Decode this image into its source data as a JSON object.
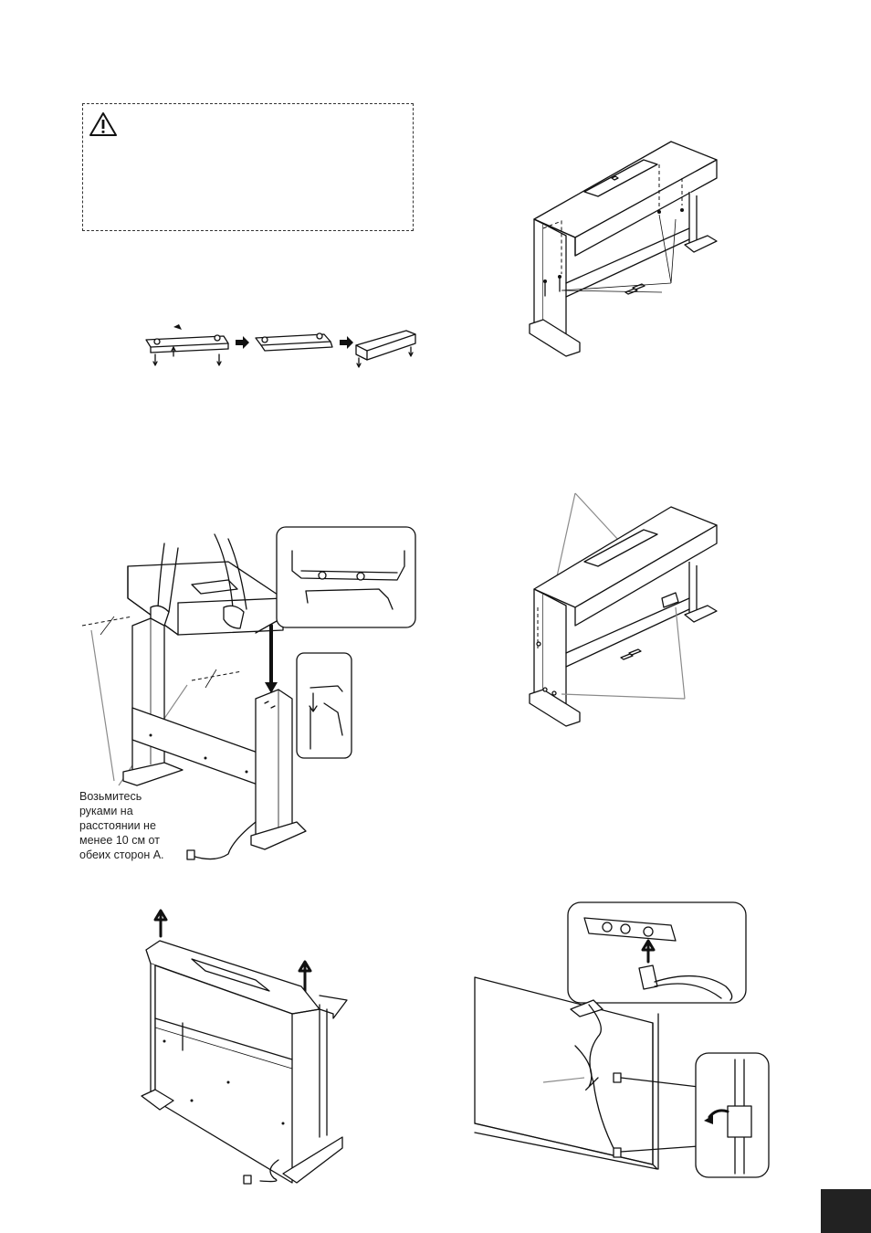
{
  "page": {
    "background": "#ffffff",
    "ink": "#1a1a1a",
    "tab_color": "#222222"
  },
  "warning": {
    "icon": "warning-triangle-icon"
  },
  "caption": {
    "lines": [
      "Возьмитесь",
      "руками на",
      "расстоянии не",
      "менее 10 см от",
      "обеих сторон A."
    ]
  },
  "figures": [
    "stand-assembly-strip-icon",
    "piano-screws-top-illustration",
    "lift-main-unit-illustration",
    "piano-screw-points-illustration",
    "raise-piano-illustration",
    "pedal-cord-connection-illustration"
  ]
}
